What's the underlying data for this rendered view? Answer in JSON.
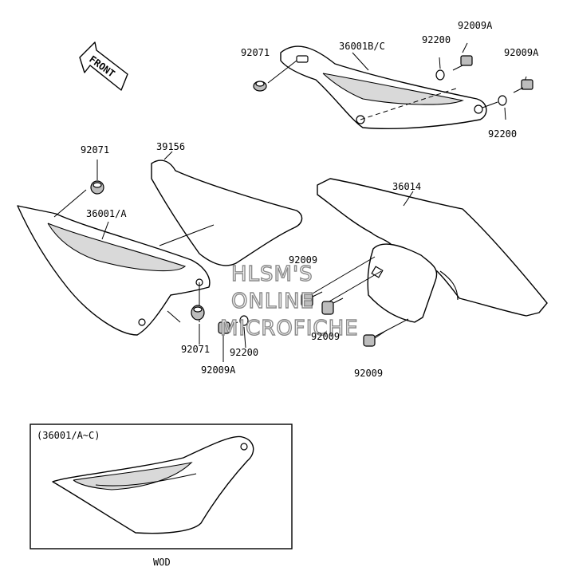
{
  "front_label": "FRONT",
  "callouts": {
    "p92009A_top": "92009A",
    "p92200_top": "92200",
    "p36001BC": "36001B/C",
    "p92071_top": "92071",
    "p92009A_right": "92009A",
    "p92200_right": "92200",
    "p92071_left": "92071",
    "p39156": "39156",
    "p36014": "36014",
    "p36001A": "36001/A",
    "p92009_a": "92009",
    "p92009_b": "92009",
    "p92009_c": "92009",
    "p92071_bottom": "92071",
    "p92200_bottom": "92200",
    "p92009A_bottom": "92009A"
  },
  "watermark": [
    "HLSM'S",
    "ONLINE",
    "MICROFICHE"
  ],
  "inset": {
    "caption": "(36001/A~C)",
    "footer": "WOD"
  }
}
